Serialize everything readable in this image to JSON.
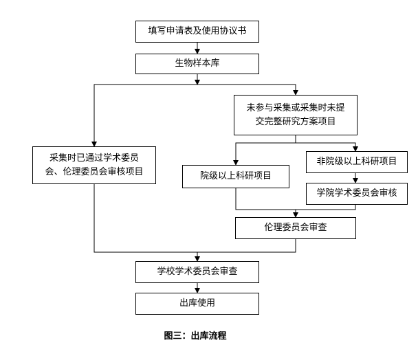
{
  "nodes": {
    "fill_form": "填写申请表及使用协议书",
    "biobank": "生物样本库",
    "not_in_project_line1": "未参与采集或采集时未提",
    "not_in_project_line2": "交完整研究方案项目",
    "approved_line1": "采集时已通过学术委员",
    "approved_line2": "会、伦理委员会审核项目",
    "above_institute": "非院级以上科研项目",
    "institute_level": "院级以上科研项目",
    "college_committee": "学院学术委员会审核",
    "ethics_review": "伦理委员会审查",
    "school_committee": "学校学术委员会审查",
    "checkout": "出库使用"
  },
  "caption": "图三：出库流程"
}
